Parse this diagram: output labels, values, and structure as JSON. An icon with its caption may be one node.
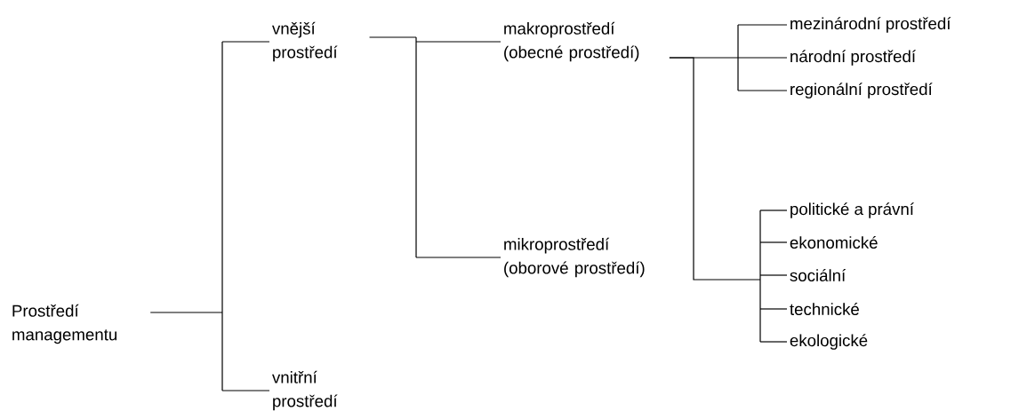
{
  "diagram": {
    "nodes": [
      {
        "text": [
          "Prostředí managementu"
        ]
      },
      {
        "text": [
          "vnější prostředí"
        ]
      },
      {
        "text": [
          "vnitřní prostředí"
        ]
      },
      {
        "text": [
          "makroprostředí (obecné prostředí)"
        ]
      },
      {
        "text": [
          "mikroprostředí (oborové prostředí)"
        ]
      },
      {
        "text": [
          "mezinárodní prostředí"
        ]
      },
      {
        "text": [
          "národní prostředí"
        ]
      },
      {
        "text": [
          "regionální prostředí"
        ]
      },
      {
        "text": [
          "politické a právní"
        ]
      },
      {
        "text": [
          "ekonomické"
        ]
      },
      {
        "text": [
          "sociální"
        ]
      },
      {
        "text": [
          "technické"
        ]
      },
      {
        "text": [
          "ekologické"
        ]
      }
    ],
    "edges": [
      {
        "from": 0,
        "to": 1,
        "arrow": "none"
      },
      {
        "from": 0,
        "to": 2,
        "arrow": "none"
      },
      {
        "from": 1,
        "to": 3,
        "arrow": "none"
      },
      {
        "from": 1,
        "to": 4,
        "arrow": "none"
      },
      {
        "from": 3,
        "to": 5,
        "arrow": "none"
      },
      {
        "from": 3,
        "to": 6,
        "arrow": "none"
      },
      {
        "from": 3,
        "to": 7,
        "arrow": "none"
      },
      {
        "from": 3,
        "to": 8,
        "arrow": "none"
      },
      {
        "from": 3,
        "to": 9,
        "arrow": "none"
      },
      {
        "from": 3,
        "to": 10,
        "arrow": "none"
      },
      {
        "from": 3,
        "to": 11,
        "arrow": "none"
      },
      {
        "from": 3,
        "to": 12,
        "arrow": "none"
      }
    ]
  }
}
